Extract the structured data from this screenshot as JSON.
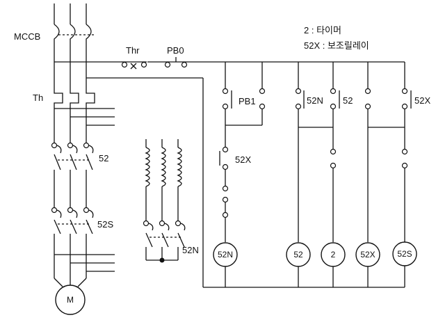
{
  "legend": {
    "line1": "2 : 타이머",
    "line2": "52X : 보조릴레이"
  },
  "labels": {
    "mccb": "MCCB",
    "th": "Th",
    "thr": "Thr",
    "pb0": "PB0",
    "pb1": "PB1",
    "c52n": "52N",
    "c52": "52",
    "c52x": "52X",
    "c52x_2": "52X",
    "main_52": "52",
    "main_52s": "52S",
    "star_52n": "52N"
  },
  "coils": [
    {
      "label": "52N"
    },
    {
      "label": "52"
    },
    {
      "label": "2"
    },
    {
      "label": "52X"
    },
    {
      "label": "52S"
    }
  ],
  "motor": {
    "label": "M"
  }
}
